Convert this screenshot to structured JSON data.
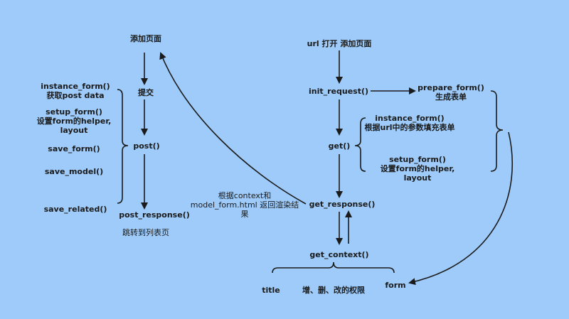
{
  "colors": {
    "background": "#9ecbf9",
    "ink": "#1b1b1b"
  },
  "left": {
    "add_page": "添加页面",
    "submit": "提交",
    "post": "post()",
    "post_response": "post_response()",
    "redirect": "跳转到列表页",
    "instance_form": "instance_form()",
    "get_post_data": "获取post data",
    "setup_form": "setup_form()",
    "setup_form_desc1": "设置form的helper,",
    "setup_form_desc2": "layout",
    "save_form": "save_form()",
    "save_model": "save_model()",
    "save_related": "save_related()"
  },
  "middle": {
    "render_line1": "根据context和",
    "render_line2": "model_form.html 返回渲染结",
    "render_line3": "果"
  },
  "right": {
    "url_open": "url 打开 添加页面",
    "init_request": "init_request()",
    "prepare_form": "prepare_form()",
    "generate_form": "生成表单",
    "instance_form": "instance_form()",
    "instance_form_desc": "根据url中的参数填充表单",
    "get": "get()",
    "setup_form": "setup_form()",
    "setup_form_desc1": "设置form的helper,",
    "setup_form_desc2": "layout",
    "get_response": "get_response()",
    "get_context": "get_context()",
    "title": "title",
    "permissions": "增、删、改的权限",
    "form": "form"
  }
}
